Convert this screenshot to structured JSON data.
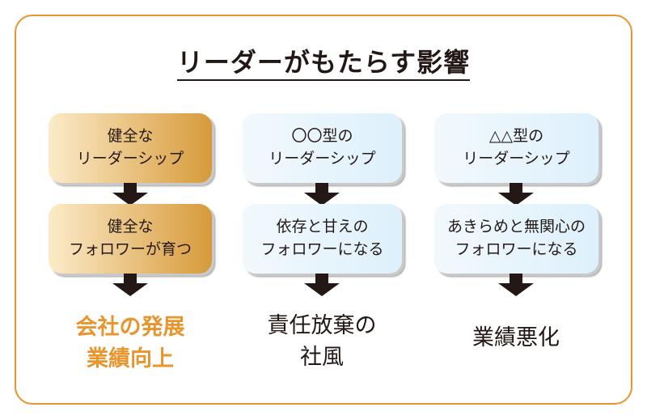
{
  "title": "リーダーがもたらす影響",
  "columns": [
    {
      "leader": [
        "健全な",
        "リーダーシップ"
      ],
      "follower": [
        "健全な",
        "フォロワーが育つ"
      ],
      "result": [
        "会社の発展",
        "業績向上"
      ],
      "result_color": "#e8952e"
    },
    {
      "leader": [
        "〇〇型の",
        "リーダーシップ"
      ],
      "follower": [
        "依存と甘えの",
        "フォロワーになる"
      ],
      "result": [
        "責任放棄の",
        "社風"
      ],
      "result_color": "#231815"
    },
    {
      "leader": [
        "△△型の",
        "リーダーシップ"
      ],
      "follower": [
        "あきらめと無関心の",
        "フォロワーになる"
      ],
      "result": [
        "業績悪化"
      ],
      "result_color": "#231815"
    }
  ],
  "colors": {
    "frame": "#e8952e",
    "arrow": "#231815"
  }
}
